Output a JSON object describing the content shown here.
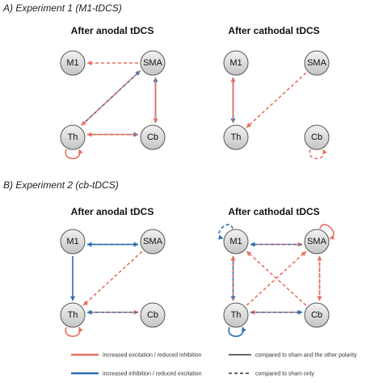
{
  "sections": [
    {
      "title": "A) Experiment 1 (M1-tDCS)",
      "panels": [
        {
          "title": "After anodal tDCS",
          "edges": [
            {
              "from": "SMA",
              "to": "M1",
              "color": "red",
              "style": "dashed"
            },
            {
              "from": "Th",
              "to": "SMA",
              "color": "blue",
              "style": "dashed"
            },
            {
              "from": "SMA",
              "to": "Th",
              "color": "red",
              "style": "dashed"
            },
            {
              "from": "Cb",
              "to": "SMA",
              "color": "blue",
              "style": "solid"
            },
            {
              "from": "SMA",
              "to": "Cb",
              "color": "red",
              "style": "solid"
            },
            {
              "from": "Th",
              "to": "Cb",
              "color": "blue",
              "style": "dashed"
            },
            {
              "from": "Cb",
              "to": "Th",
              "color": "red",
              "style": "solid"
            },
            {
              "from": "Th",
              "to": "Th",
              "color": "red",
              "style": "solid"
            }
          ]
        },
        {
          "title": "After cathodal tDCS",
          "edges": [
            {
              "from": "M1",
              "to": "Th",
              "color": "blue",
              "style": "solid"
            },
            {
              "from": "Th",
              "to": "M1",
              "color": "red",
              "style": "solid"
            },
            {
              "from": "SMA",
              "to": "Th",
              "color": "red",
              "style": "dashed"
            },
            {
              "from": "Cb",
              "to": "Cb",
              "color": "red",
              "style": "dashed"
            }
          ]
        }
      ]
    },
    {
      "title": "B) Experiment 2 (cb-tDCS)",
      "panels": [
        {
          "title": "After anodal tDCS",
          "edges": [
            {
              "from": "SMA",
              "to": "M1",
              "color": "blue",
              "style": "solid"
            },
            {
              "from": "M1",
              "to": "SMA",
              "color": "blue",
              "style": "dashed"
            },
            {
              "from": "M1",
              "to": "Th",
              "color": "blue",
              "style": "solid"
            },
            {
              "from": "SMA",
              "to": "Th",
              "color": "red",
              "style": "dashed"
            },
            {
              "from": "Th",
              "to": "Cb",
              "color": "red",
              "style": "dashed"
            },
            {
              "from": "Cb",
              "to": "Th",
              "color": "blue",
              "style": "dashed"
            },
            {
              "from": "Th",
              "to": "Th",
              "color": "red",
              "style": "solid"
            }
          ]
        },
        {
          "title": "After cathodal tDCS",
          "edges": [
            {
              "from": "M1",
              "to": "M1",
              "color": "blue",
              "style": "dashed"
            },
            {
              "from": "SMA",
              "to": "SMA",
              "color": "red",
              "style": "solid"
            },
            {
              "from": "M1",
              "to": "SMA",
              "color": "red",
              "style": "dashed"
            },
            {
              "from": "SMA",
              "to": "M1",
              "color": "blue",
              "style": "dashed"
            },
            {
              "from": "M1",
              "to": "Th",
              "color": "blue",
              "style": "solid"
            },
            {
              "from": "Th",
              "to": "M1",
              "color": "red",
              "style": "dashed"
            },
            {
              "from": "Th",
              "to": "SMA",
              "color": "red",
              "style": "dashed"
            },
            {
              "from": "Cb",
              "to": "M1",
              "color": "red",
              "style": "dashed"
            },
            {
              "from": "SMA",
              "to": "Cb",
              "color": "red",
              "style": "dashed"
            },
            {
              "from": "Cb",
              "to": "SMA",
              "color": "red",
              "style": "dashed"
            },
            {
              "from": "Cb",
              "to": "Th",
              "color": "red",
              "style": "dashed"
            },
            {
              "from": "Th",
              "to": "Cb",
              "color": "blue",
              "style": "dashed"
            },
            {
              "from": "Th",
              "to": "Th",
              "color": "blue",
              "style": "solid"
            }
          ]
        }
      ]
    }
  ],
  "nodes": [
    "M1",
    "SMA",
    "Th",
    "Cb"
  ],
  "legend": {
    "red_label": "increased excitation / reduced inhibition",
    "blue_label": "increased inhibition / reduced excitation",
    "solid_label": "compared to sham and the other polarity",
    "dashed_label": "compared to sham only"
  },
  "colors": {
    "red": "#e8705f",
    "blue": "#2a6db0",
    "node_fill": "#d4d4d4",
    "node_stroke": "#555555"
  }
}
